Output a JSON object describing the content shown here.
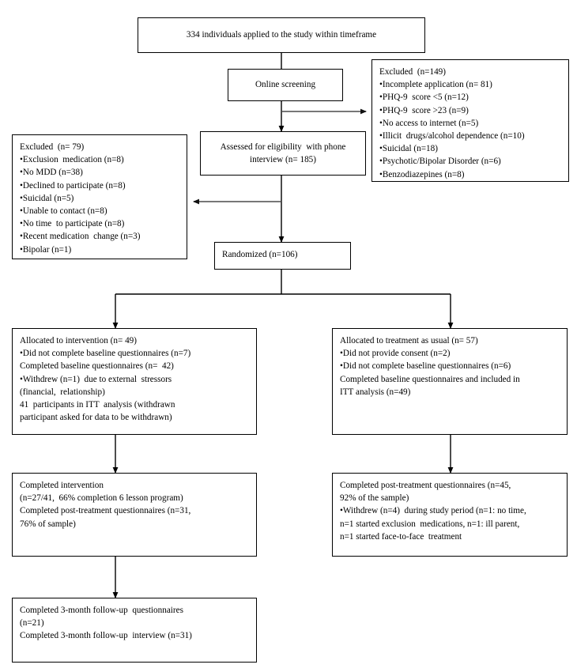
{
  "diagram": {
    "title": "CONSORT participant flow diagram",
    "type": "flowchart",
    "colors": {
      "box_border": "#000000",
      "background": "#ffffff",
      "text": "#000000",
      "connector_black": "#000000",
      "connector_gray": "#555555"
    }
  },
  "nodes": {
    "applied": {
      "name": "enrollment-applied",
      "lines": [
        "334 individuals applied to the study within timeframe"
      ]
    },
    "screening": {
      "name": "online-screening",
      "lines": [
        "Online screening"
      ]
    },
    "excluded_screening": {
      "name": "excluded-after-screening",
      "lines": [
        "Excluded  (n=149)",
        "•Incomplete application (n= 81)",
        "•PHQ-9  score <5 (n=12)",
        "•PHQ-9  score >23 (n=9)",
        "•No access to internet (n=5)",
        "•Illicit  drugs/alcohol dependence (n=10)",
        "•Suicidal (n=18)",
        "•Psychotic/Bipolar Disorder (n=6)",
        "•Benzodiazepines (n=8)"
      ]
    },
    "assessed": {
      "name": "assessed-for-eligibility",
      "lines": [
        "Assessed for eligibility  with phone",
        "interview (n= 185)"
      ]
    },
    "excluded_phone": {
      "name": "excluded-after-phone-interview",
      "lines": [
        "Excluded  (n= 79)",
        "•Exclusion  medication (n=8)",
        "•No MDD (n=38)",
        "•Declined to participate (n=8)",
        "•Suicidal (n=5)",
        "•Unable to contact (n=8)",
        "•No time  to participate (n=8)",
        "•Recent medication  change (n=3)",
        "•Bipolar (n=1)"
      ]
    },
    "randomized": {
      "name": "randomized",
      "lines": [
        "Randomized (n=106)"
      ]
    },
    "allocated_intervention": {
      "name": "allocated-to-intervention",
      "lines": [
        "Allocated to intervention (n= 49)",
        "•Did not complete baseline questionnaires (n=7)",
        "Completed baseline questionnaires (n=  42)",
        "•Withdrew (n=1)  due to external  stressors",
        "(financial,  relationship)",
        "41  participants in ITT  analysis (withdrawn",
        "participant asked for data to be withdrawn)"
      ]
    },
    "allocated_tau": {
      "name": "allocated-to-treatment-as-usual",
      "lines": [
        "Allocated to treatment as usual (n= 57)",
        "•Did not provide consent (n=2)",
        "•Did not complete baseline questionnaires (n=6)",
        "Completed baseline questionnaires and included in",
        "ITT analysis (n=49)"
      ]
    },
    "completed_intervention": {
      "name": "completed-intervention",
      "lines": [
        "Completed intervention",
        "(n=27/41,  66% completion 6 lesson program)",
        "Completed post-treatment questionnaires (n=31,",
        "76% of sample)"
      ]
    },
    "completed_tau": {
      "name": "completed-post-treatment-tau",
      "lines": [
        "Completed post-treatment questionnaires (n=45,",
        "92% of the sample)",
        "•Withdrew (n=4)  during study period (n=1: no time,",
        "n=1 started exclusion  medications, n=1: ill parent,",
        "n=1 started face-to-face  treatment"
      ]
    },
    "followup": {
      "name": "three-month-follow-up",
      "lines": [
        "Completed 3-month follow-up  questionnaires",
        "(n=21)",
        "Completed 3-month follow-up  interview (n=31)"
      ]
    }
  },
  "connectors": [
    {
      "name": "applied-to-screening",
      "style": "black-line"
    },
    {
      "name": "screening-to-excluded",
      "style": "gray-arrow-right"
    },
    {
      "name": "screening-to-assessed",
      "style": "black-arrow-down"
    },
    {
      "name": "assessed-to-excluded",
      "style": "gray-arrow-left"
    },
    {
      "name": "assessed-to-randomized",
      "style": "black-arrow-down"
    },
    {
      "name": "randomized-split",
      "style": "black-bracket"
    },
    {
      "name": "randomized-to-intervention",
      "style": "black-arrow-down"
    },
    {
      "name": "randomized-to-tau",
      "style": "black-arrow-down"
    },
    {
      "name": "intervention-to-completed",
      "style": "black-arrow-down"
    },
    {
      "name": "tau-to-completed",
      "style": "black-arrow-down"
    },
    {
      "name": "completed-to-followup",
      "style": "black-arrow-down"
    }
  ]
}
